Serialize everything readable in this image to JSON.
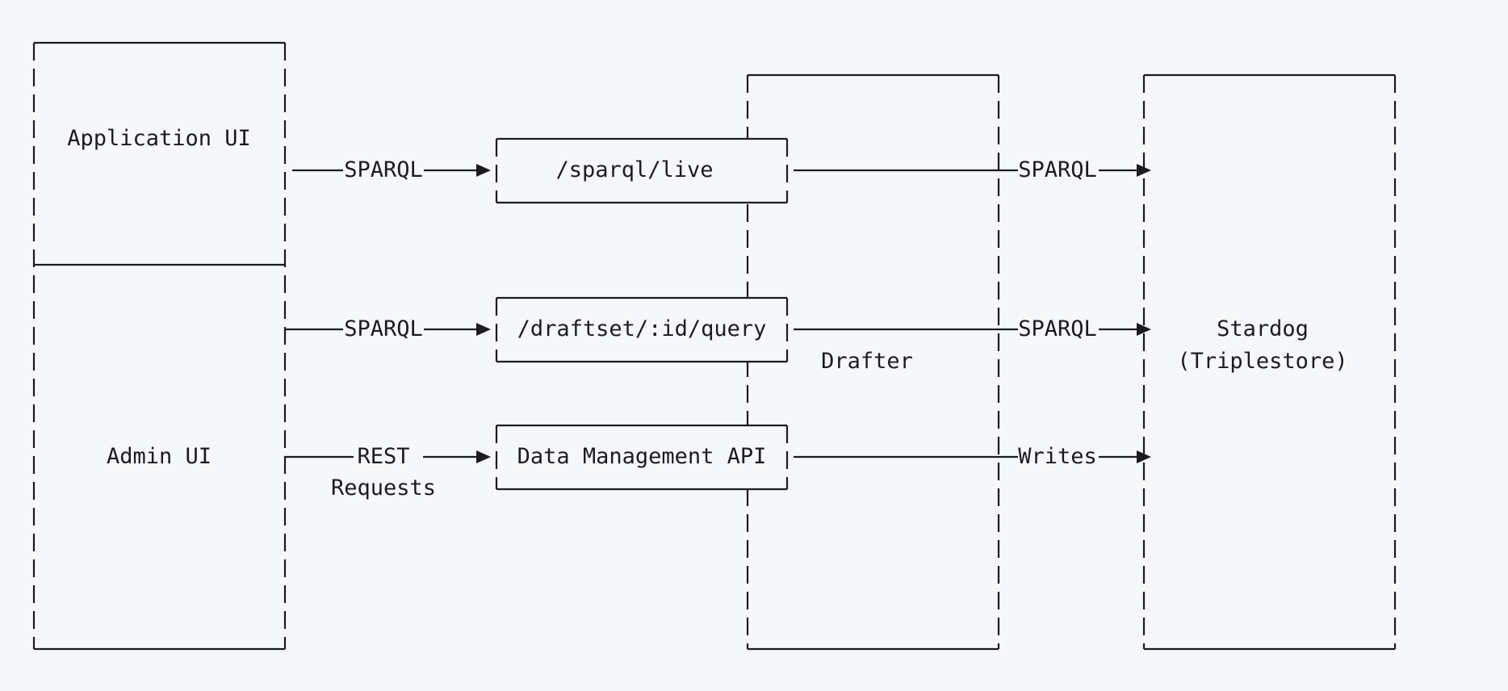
{
  "diagram": {
    "nodes": {
      "application_ui": {
        "label": "Application UI"
      },
      "admin_ui": {
        "label": "Admin UI"
      },
      "sparql_live": {
        "label": "/sparql/live"
      },
      "draftset_query": {
        "label": "/draftset/:id/query"
      },
      "data_management_api": {
        "label": "Data Management API"
      },
      "drafter": {
        "label": "Drafter"
      },
      "stardog": {
        "label_line1": "Stardog",
        "label_line2": "(Triplestore)"
      }
    },
    "edges": {
      "app_to_live": {
        "label": "SPARQL"
      },
      "admin_to_query": {
        "label": "SPARQL"
      },
      "admin_to_api": {
        "label_line1": "REST",
        "label_line2": "Requests"
      },
      "live_to_stardog": {
        "label": "SPARQL"
      },
      "query_to_stardog": {
        "label": "SPARQL"
      },
      "api_to_stardog": {
        "label": "Writes"
      }
    },
    "colors": {
      "background": "#f6f7f9",
      "ink": "#1b1c20"
    }
  }
}
